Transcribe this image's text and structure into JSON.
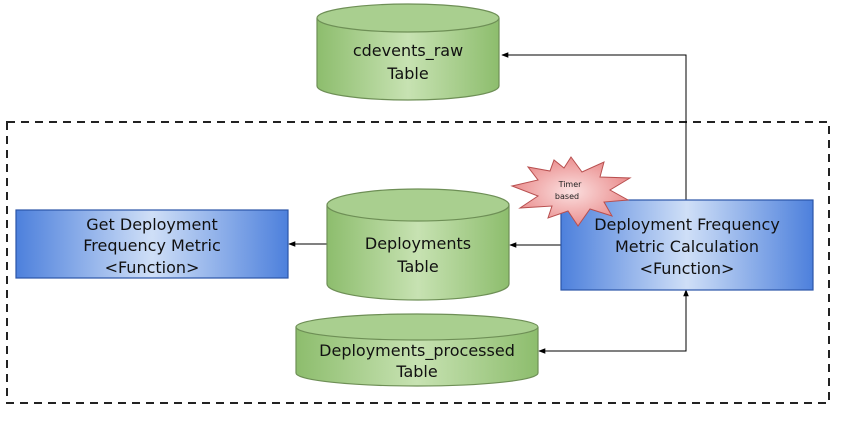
{
  "nodes": {
    "cdevents_raw": {
      "line1": "cdevents_raw",
      "line2": "Table"
    },
    "deployments": {
      "line1": "Deployments",
      "line2": "Table"
    },
    "deployments_processed": {
      "line1": "Deployments_processed",
      "line2": "Table"
    },
    "get_metric": {
      "line1": "Get Deployment",
      "line2": "Frequency Metric",
      "line3": "<Function>"
    },
    "calc": {
      "line1": "Deployment Frequency",
      "line2": "Metric Calculation",
      "line3": "<Function>"
    },
    "timer": {
      "line1": "Timer",
      "line2": "based"
    }
  },
  "colors": {
    "table_fill": "#a9cf8f",
    "table_stroke": "#6e8f56",
    "function_fill": "#5b8de0",
    "function_stroke": "#2b55a8",
    "timer_fill": "#ef9a9a",
    "timer_stroke": "#b84f4f",
    "boundary": "#222222"
  }
}
